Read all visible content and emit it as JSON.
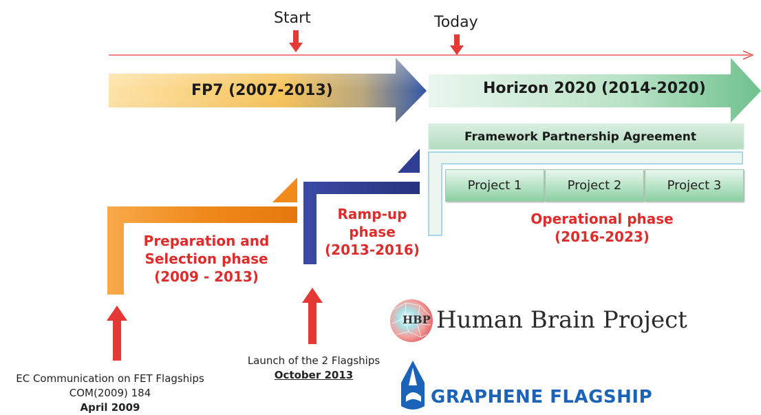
{
  "timeline": {
    "start_label": "Start",
    "today_label": "Today"
  },
  "programmes": {
    "fp7": "FP7 (2007-2013)",
    "h2020": "Horizon 2020 (2014-2020)"
  },
  "fpa": {
    "label": "Framework Partnership Agreement",
    "projects": [
      "Project 1",
      "Project 2",
      "Project 3"
    ]
  },
  "phases": {
    "preparation": [
      "Preparation and",
      "Selection phase",
      "(2009 - 2013)"
    ],
    "rampup": [
      "Ramp-up",
      "phase",
      "(2013-2016)"
    ],
    "operational": [
      "Operational phase",
      "(2016-2023)"
    ]
  },
  "captions": {
    "communication": {
      "line1": "EC Communication on FET Flagships",
      "line2": "COM(2009) 184",
      "line3": "April 2009"
    },
    "launch": {
      "line1": "Launch of the 2 Flagships",
      "line2": "October 2013"
    }
  },
  "logos": {
    "hbp": "Human Brain Project",
    "hbp_mark": "HBP",
    "graphene": "GRAPHENE FLAGSHIP"
  },
  "colors": {
    "timeline_red": "#e53935",
    "phase_red": "#e02b2b",
    "prep_orange": "#f08a1c",
    "rampup_blue": "#2f3d93",
    "h2020_green": "#7fc99a",
    "graphene_blue": "#1a63b8"
  }
}
